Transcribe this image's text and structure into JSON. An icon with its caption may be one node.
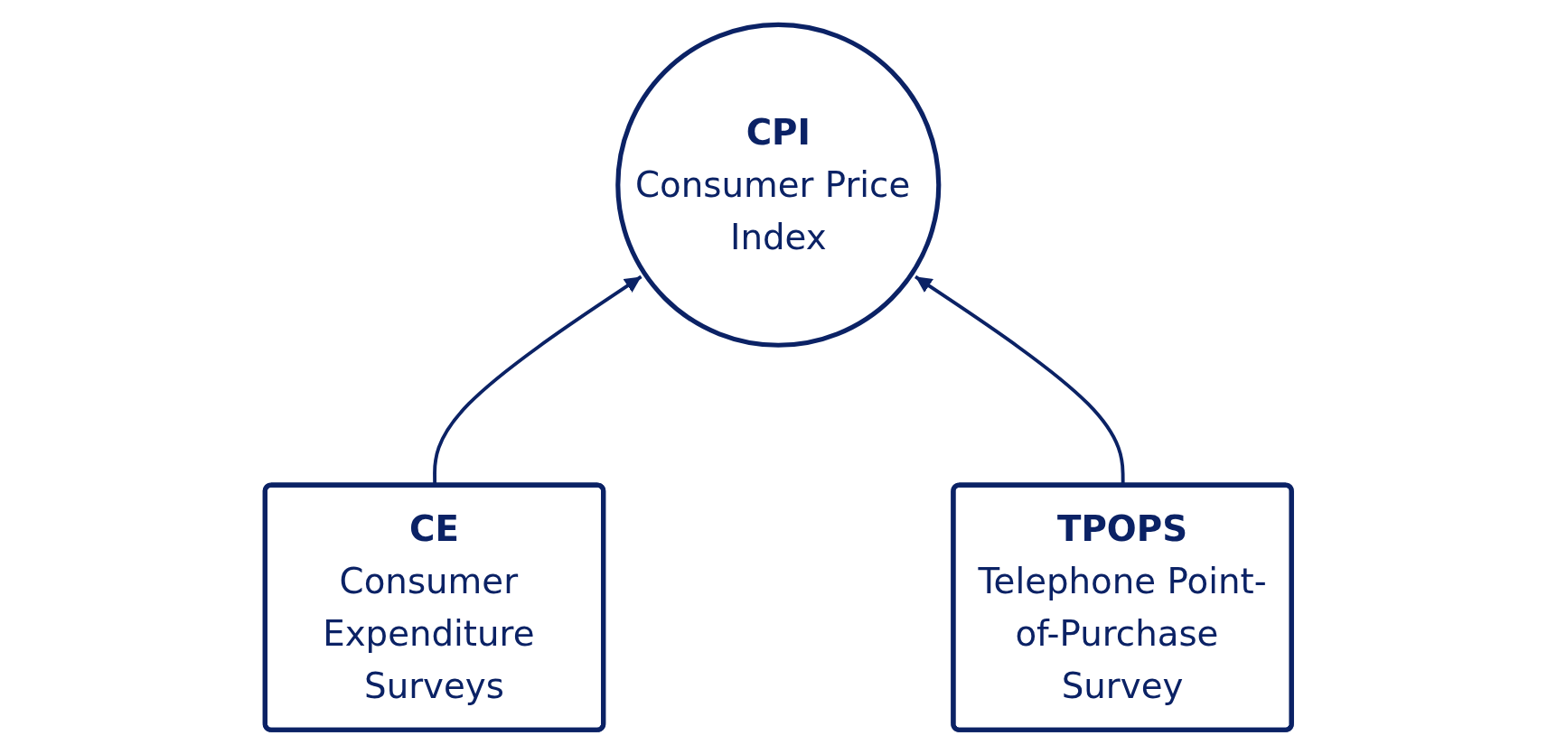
{
  "diagram": {
    "nodes": [
      {
        "text": [
          "CPI",
          "Consumer Price Index"
        ]
      },
      {
        "text": [
          "CE",
          "Consumer Expenditure Surveys"
        ]
      },
      {
        "text": [
          "TPOPS",
          "Telephone Point-of-Purchase Survey"
        ]
      }
    ],
    "edges": [
      {
        "from": 1,
        "to": 0,
        "arrow": "to"
      },
      {
        "from": 2,
        "to": 0,
        "arrow": "to"
      }
    ]
  }
}
